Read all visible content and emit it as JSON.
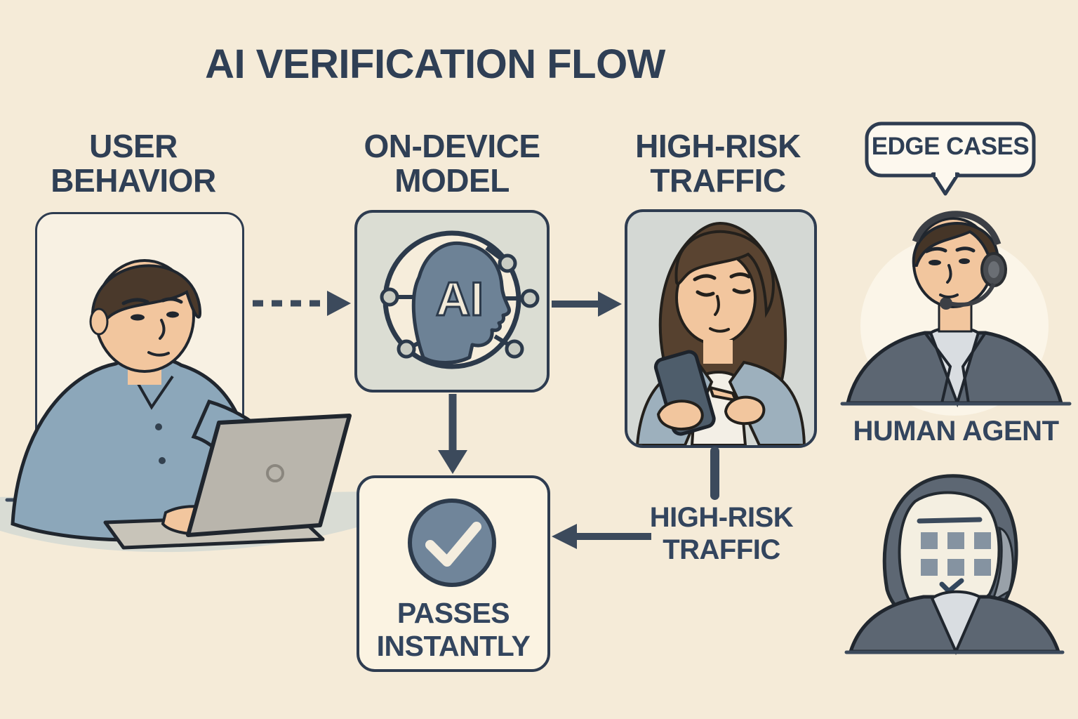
{
  "header": {
    "title": "AI VERIFICATION FLOW"
  },
  "labels": {
    "user": {
      "line1": "USER",
      "line2": "BEHAVIOR"
    },
    "model": {
      "line1": "ON-DEVICE",
      "line2": "MODEL"
    },
    "traffic": {
      "line1": "HIGH-RISK",
      "line2": "TRAFFIC"
    }
  },
  "ai_badge": {
    "label": "AI"
  },
  "passes": {
    "line1": "PASSES",
    "line2": "INSTANTLY"
  },
  "high_risk_flow": {
    "line1": "HIGH-RISK",
    "line2": "TRAFFIC"
  },
  "bubble": {
    "label": "EDGE CASES"
  },
  "agent": {
    "label": "HUMAN AGENT"
  },
  "colors": {
    "background": "#f5ebd8",
    "ink": "#32445c",
    "panel_cream": "#f8f1e3",
    "ai_box_fill": "#dbddd3",
    "photo_panel_fill": "#d4d8d4",
    "passes_box_fill": "#fbf3e2",
    "check_circle": "#70859a",
    "check_mark": "#f4edde",
    "skin": "#f2c69e",
    "shirt_blue": "#8ca7ba",
    "suit_gray": "#5c6672",
    "hair_brown": "#4a392b"
  }
}
